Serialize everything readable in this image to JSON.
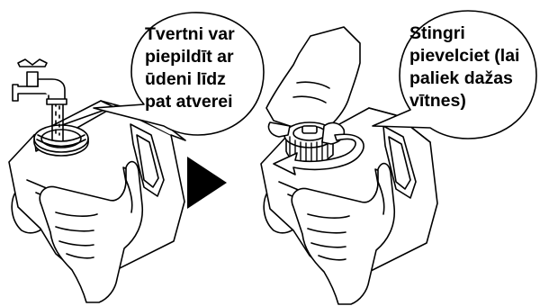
{
  "step1": {
    "callout": "Tvertni var\npiepildīt ar\nūdeni līdz\npat atverei"
  },
  "step2": {
    "callout": "Stingri\npievelciet (lai\npaliek dažas\nvītnes)"
  },
  "icons": {
    "step_arrow": "right-triangle-arrow",
    "tap": "faucet-icon",
    "rotation": "curved-rotation-arrow"
  },
  "colors": {
    "line": "#000000",
    "fill": "#ffffff",
    "arrow_fill": "#000000"
  }
}
